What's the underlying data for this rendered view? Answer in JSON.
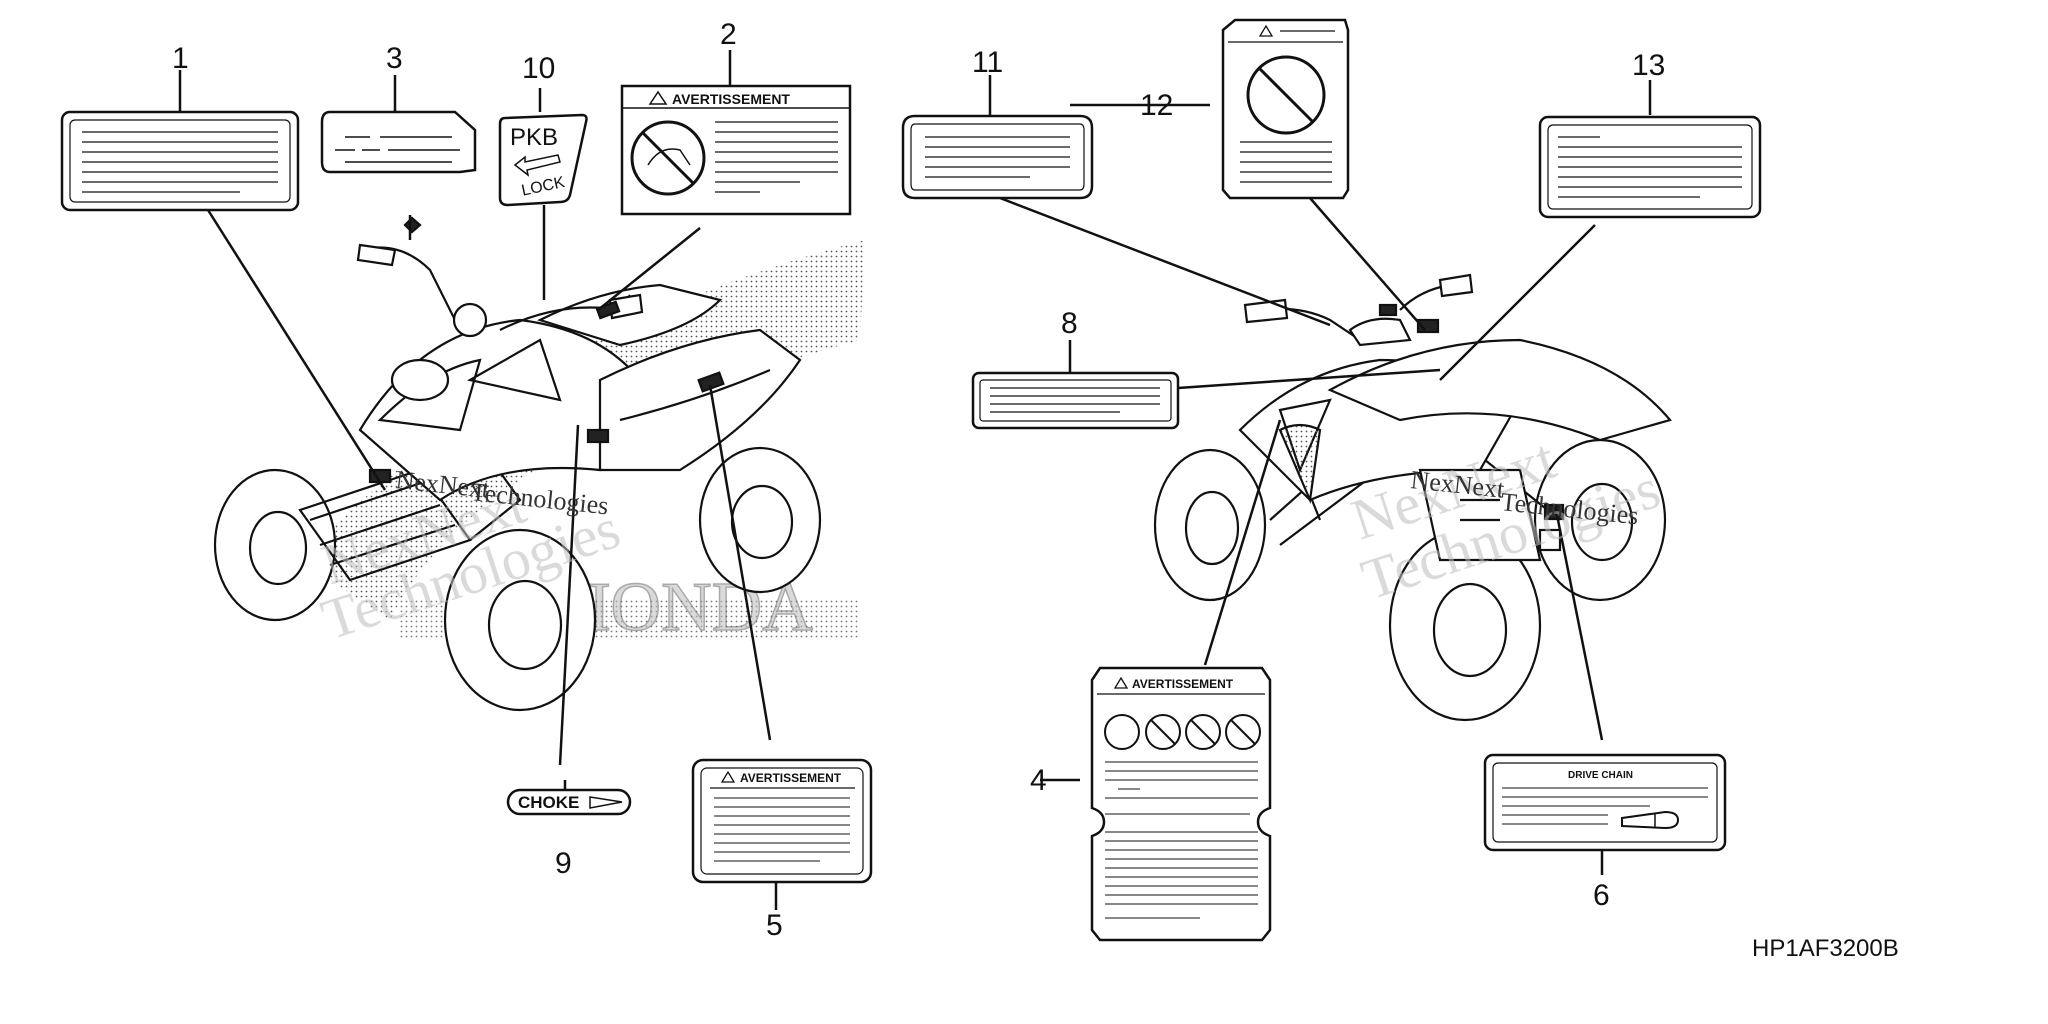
{
  "callouts": {
    "c1": "1",
    "c2": "2",
    "c3": "3",
    "c4": "4",
    "c5": "5",
    "c6": "6",
    "c8": "8",
    "c9": "9",
    "c10": "10",
    "c11": "11",
    "c12": "12",
    "c13": "13"
  },
  "labels": {
    "warning_title": "AVERTISSEMENT",
    "pkb_top": "PKB",
    "pkb_bottom": "LOCK",
    "choke": "CHOKE",
    "drive_chain": "DRIVE CHAIN",
    "brand_outline": "HONDA"
  },
  "watermark": {
    "line1": "NexNext",
    "line2": "Technologies"
  },
  "diagram_code": "HP1AF3200B"
}
